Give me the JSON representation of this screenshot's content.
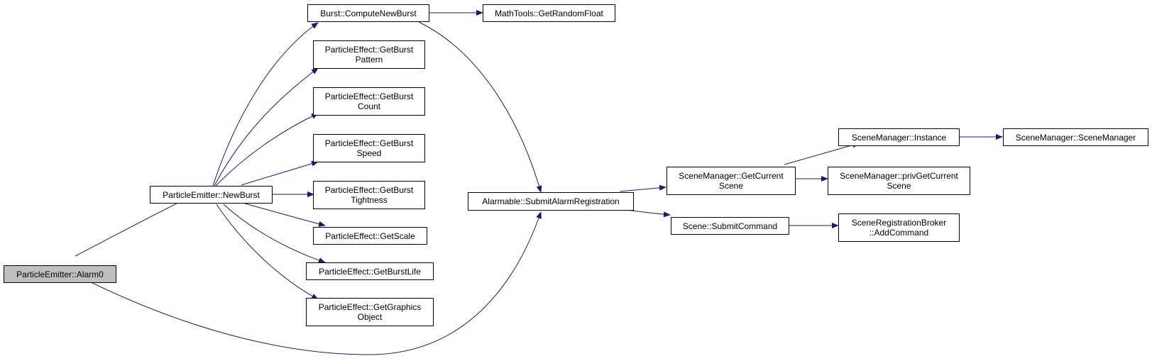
{
  "nodes": {
    "alarm0": {
      "lines": [
        "ParticleEmitter::Alarm0"
      ]
    },
    "newburst": {
      "lines": [
        "ParticleEmitter::NewBurst"
      ]
    },
    "computenewburst": {
      "lines": [
        "Burst::ComputeNewBurst"
      ]
    },
    "getrandomfloat": {
      "lines": [
        "MathTools::GetRandomFloat"
      ]
    },
    "getburstpattern": {
      "lines": [
        "ParticleEffect::GetBurst",
        "Pattern"
      ]
    },
    "getburstcount": {
      "lines": [
        "ParticleEffect::GetBurst",
        "Count"
      ]
    },
    "getburstspeed": {
      "lines": [
        "ParticleEffect::GetBurst",
        "Speed"
      ]
    },
    "getbursttightness": {
      "lines": [
        "ParticleEffect::GetBurst",
        "Tightness"
      ]
    },
    "getscale": {
      "lines": [
        "ParticleEffect::GetScale"
      ]
    },
    "getburstlife": {
      "lines": [
        "ParticleEffect::GetBurstLife"
      ]
    },
    "getgraphicsobject": {
      "lines": [
        "ParticleEffect::GetGraphics",
        "Object"
      ]
    },
    "submitalarmregistration": {
      "lines": [
        "Alarmable::SubmitAlarmRegistration"
      ]
    },
    "getcurrentscene": {
      "lines": [
        "SceneManager::GetCurrent",
        "Scene"
      ]
    },
    "instance": {
      "lines": [
        "SceneManager::Instance"
      ]
    },
    "scenemanager": {
      "lines": [
        "SceneManager::SceneManager"
      ]
    },
    "privgetcurrentscene": {
      "lines": [
        "SceneManager::privGetCurrent",
        "Scene"
      ]
    },
    "submitcommand": {
      "lines": [
        "Scene::SubmitCommand"
      ]
    },
    "addcommand": {
      "lines": [
        "SceneRegistrationBroker",
        "::AddCommand"
      ]
    }
  },
  "edges": [
    [
      "alarm0",
      "newburst"
    ],
    [
      "alarm0",
      "submitalarmregistration"
    ],
    [
      "newburst",
      "computenewburst"
    ],
    [
      "newburst",
      "getburstpattern"
    ],
    [
      "newburst",
      "getburstcount"
    ],
    [
      "newburst",
      "getburstspeed"
    ],
    [
      "newburst",
      "getbursttightness"
    ],
    [
      "newburst",
      "getscale"
    ],
    [
      "newburst",
      "getburstlife"
    ],
    [
      "newburst",
      "getgraphicsobject"
    ],
    [
      "computenewburst",
      "getrandomfloat"
    ],
    [
      "computenewburst",
      "submitalarmregistration"
    ],
    [
      "submitalarmregistration",
      "getcurrentscene"
    ],
    [
      "submitalarmregistration",
      "submitcommand"
    ],
    [
      "getcurrentscene",
      "instance"
    ],
    [
      "getcurrentscene",
      "privgetcurrentscene"
    ],
    [
      "instance",
      "scenemanager"
    ],
    [
      "submitcommand",
      "addcommand"
    ]
  ],
  "colors": {
    "edge": "#191970",
    "node_border": "#000000",
    "root_fill": "#bfbfbf"
  }
}
